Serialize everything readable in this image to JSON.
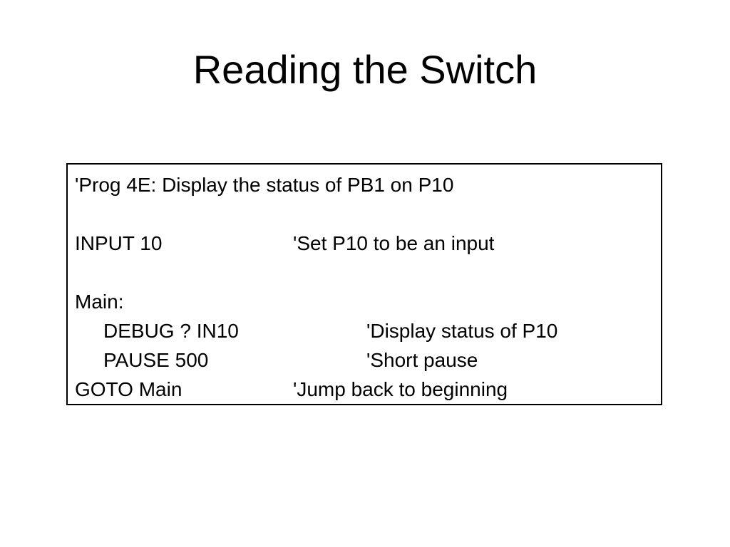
{
  "slide": {
    "title": "Reading the Switch"
  },
  "code": {
    "header_comment": "'Prog 4E: Display the status of PB1 on P10",
    "input_stmt": "INPUT 10",
    "input_comment": "'Set P10 to be an input",
    "label_main": "Main:",
    "debug_stmt": "DEBUG ? IN10",
    "debug_comment": "'Display status of P10",
    "pause_stmt": "PAUSE 500",
    "pause_comment": "'Short pause",
    "goto_stmt": "GOTO Main",
    "goto_comment": "'Jump back to beginning"
  }
}
